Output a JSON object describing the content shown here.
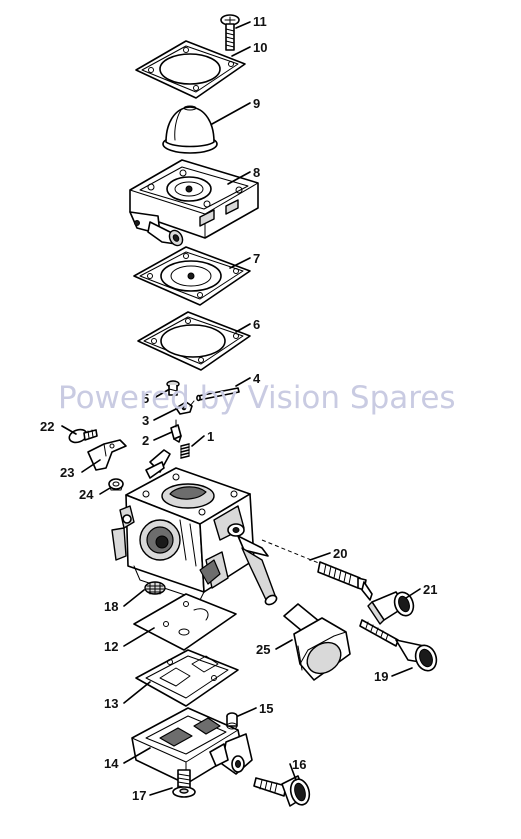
{
  "watermark": "Powered by Vision Spares",
  "callouts": [
    "1",
    "2",
    "3",
    "4",
    "5",
    "6",
    "7",
    "8",
    "9",
    "10",
    "11",
    "12",
    "13",
    "14",
    "15",
    "16",
    "17",
    "18",
    "19",
    "20",
    "21",
    "22",
    "23",
    "24",
    "25"
  ],
  "colors": {
    "line": "#000000",
    "background": "#ffffff",
    "watermark": "#c9cbe2",
    "shade": "#d9d9d9"
  }
}
